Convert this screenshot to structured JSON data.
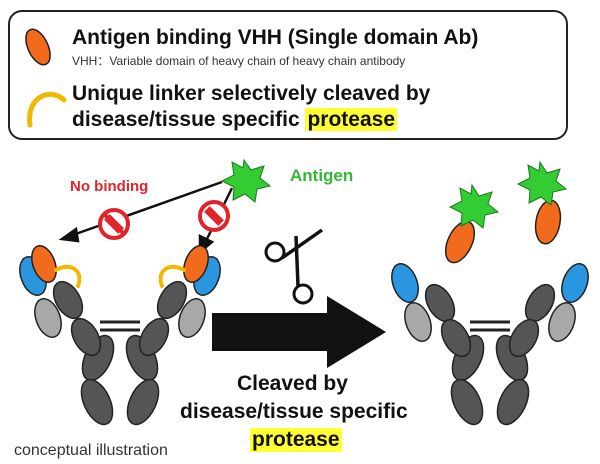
{
  "legend": {
    "vhh_title": "Antigen binding VHH (Single domain Ab)",
    "vhh_subtitle": "VHH：Variable domain of heavy chain of heavy chain antibody",
    "linker_line1": "Unique linker selectively cleaved by",
    "linker_line2_prefix": "disease/tissue specific ",
    "linker_line2_highlight": "protease"
  },
  "labels": {
    "no_binding": "No binding",
    "antigen": "Antigen",
    "cleaved_line1": "Cleaved by",
    "cleaved_line2": "disease/tissue specific",
    "cleaved_line3": "protease",
    "caption": "conceptual illustration"
  },
  "colors": {
    "vhh": "#f26a1b",
    "antigen": "#33cc33",
    "linker": "#f2b800",
    "blue": "#2b96e0",
    "dark_gray": "#555555",
    "light_gray": "#a8a8a8",
    "no_binding_red": "#e0242a",
    "highlight": "#ffff33"
  },
  "icons": [
    "vhh-icon",
    "linker-icon",
    "antigen-icon",
    "prohibited-icon",
    "scissors-icon",
    "arrow-right-icon",
    "antibody-icon"
  ]
}
